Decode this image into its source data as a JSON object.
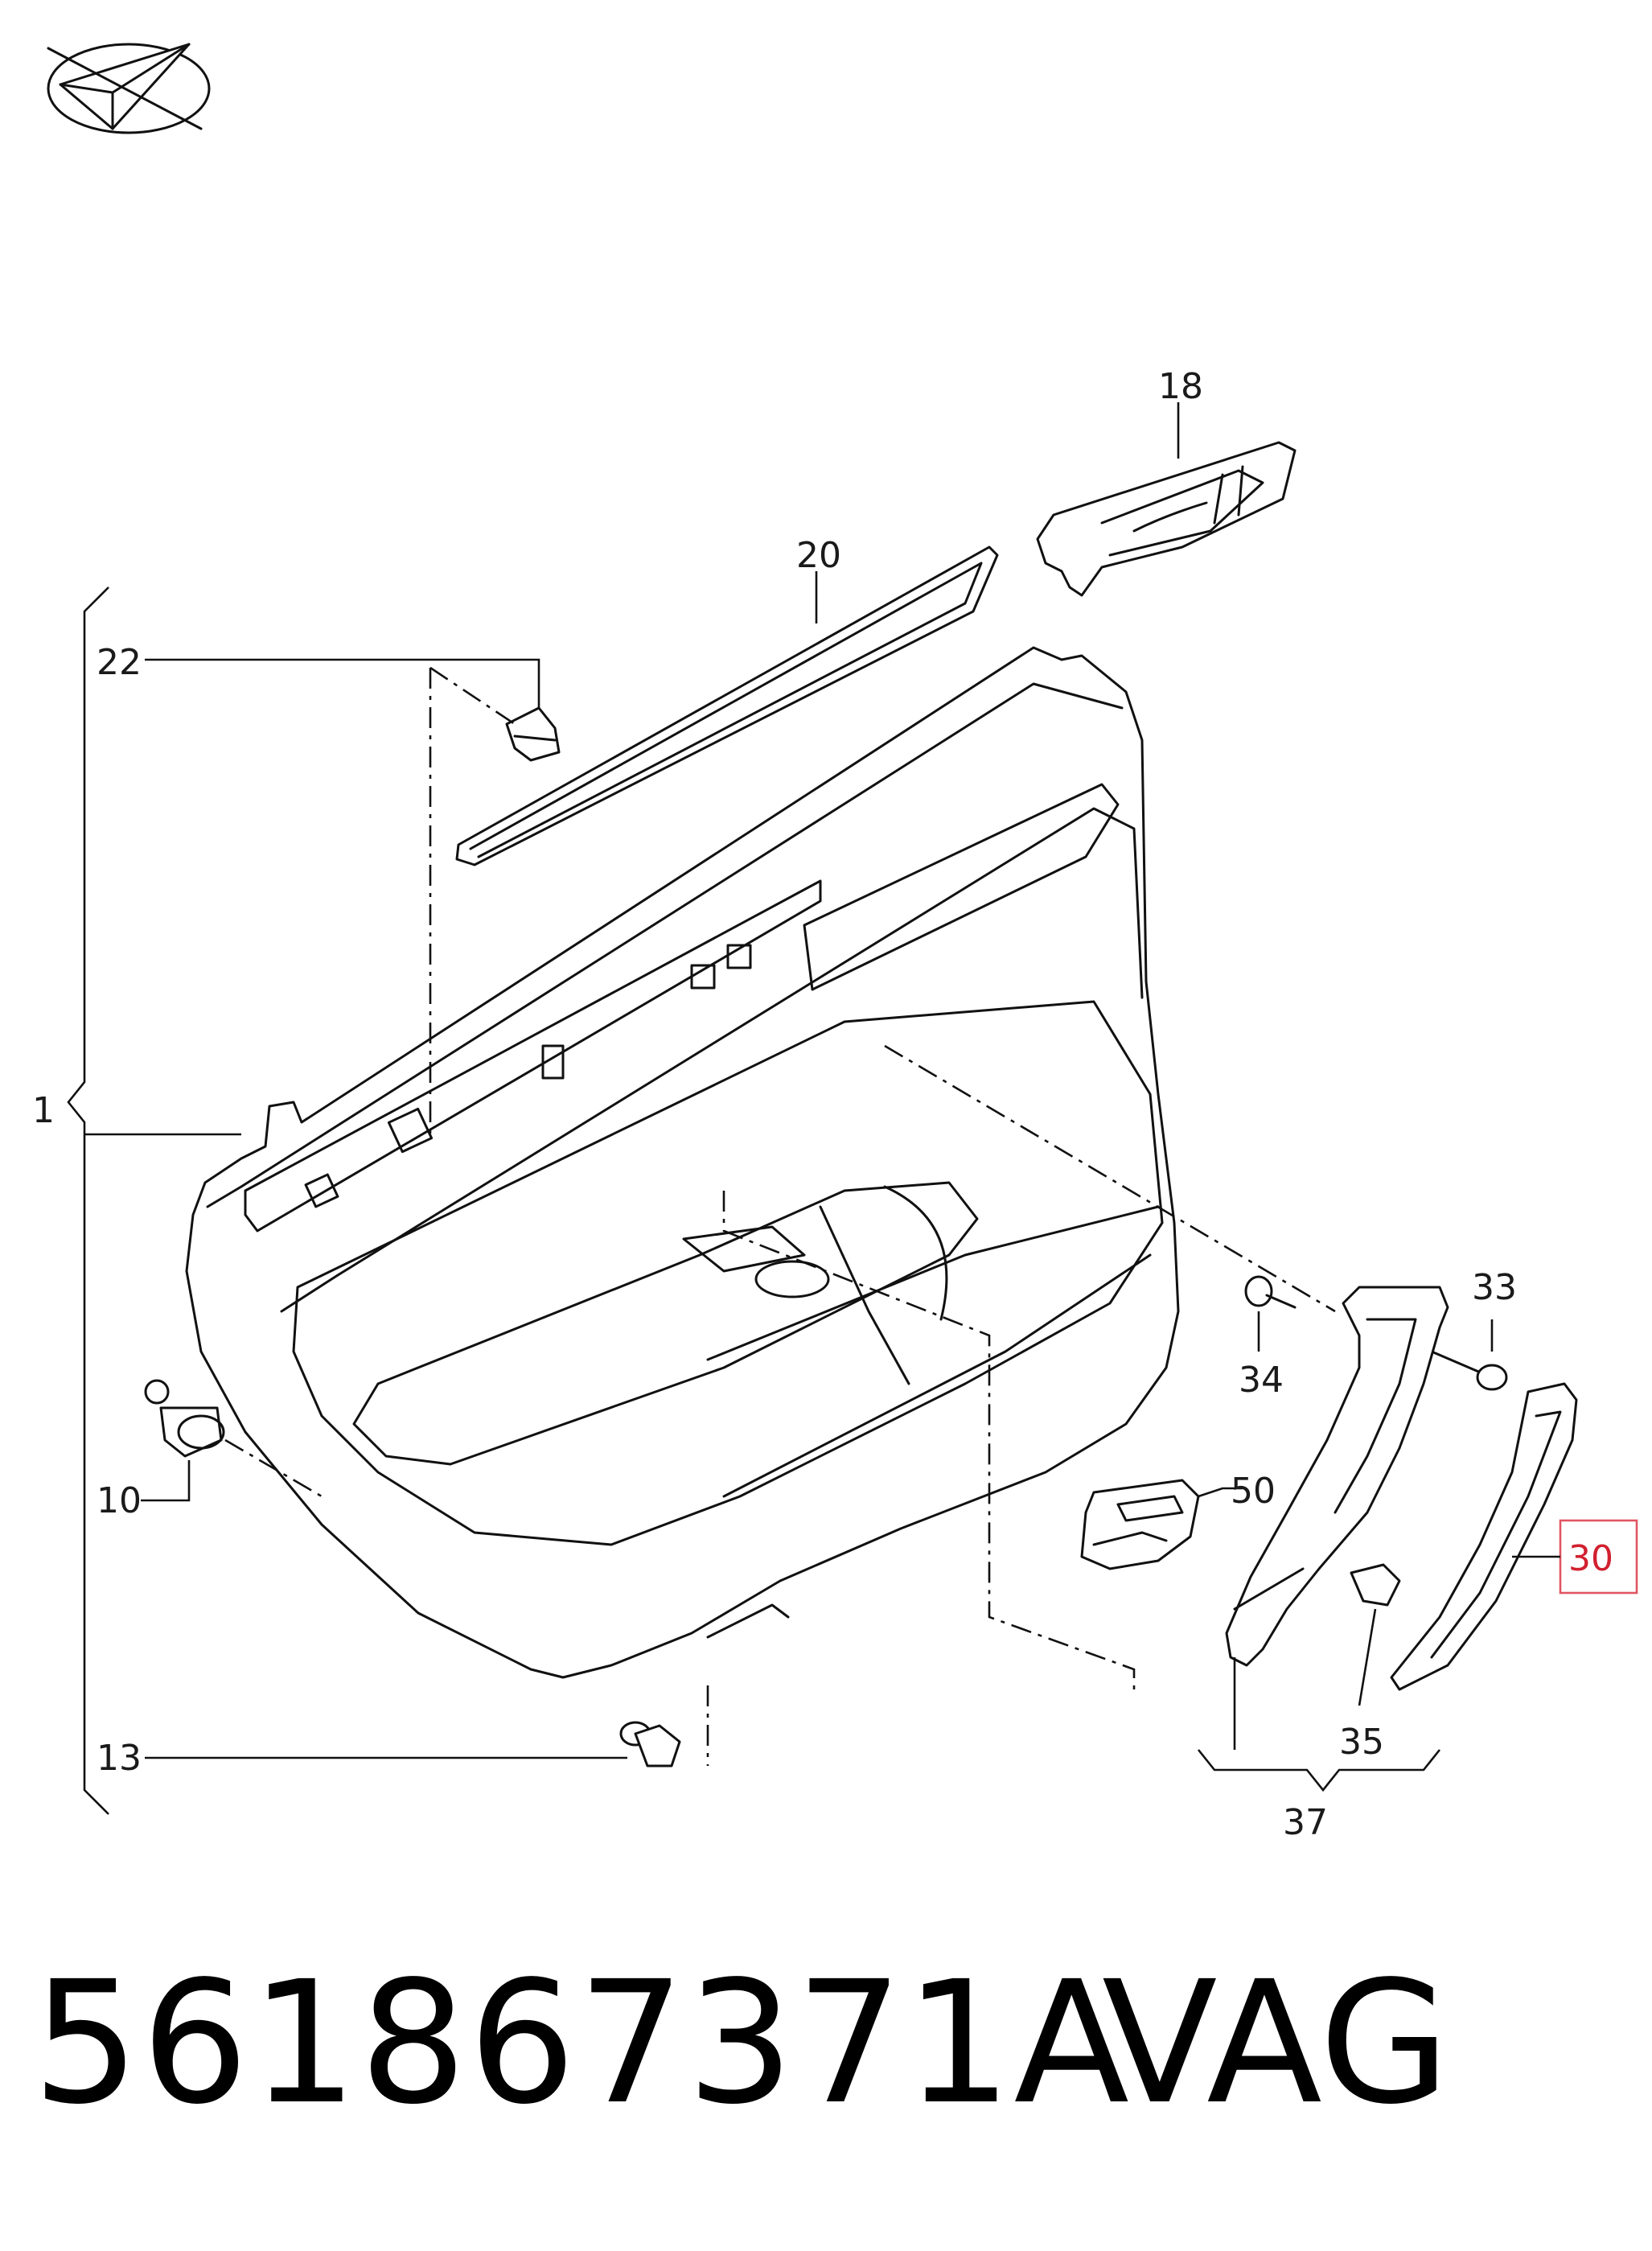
{
  "footer": {
    "part_number": "561867371A",
    "brand": "VAG"
  },
  "callouts": {
    "c1": "1",
    "c10": "10",
    "c13": "13",
    "c18": "18",
    "c20": "20",
    "c22": "22",
    "c30": "30",
    "c33": "33",
    "c34": "34",
    "c35": "35",
    "c37": "37",
    "c50": "50"
  },
  "highlighted_callout": "30",
  "colors": {
    "line": "#111111",
    "highlight": "#e05563",
    "background": "#ffffff"
  }
}
